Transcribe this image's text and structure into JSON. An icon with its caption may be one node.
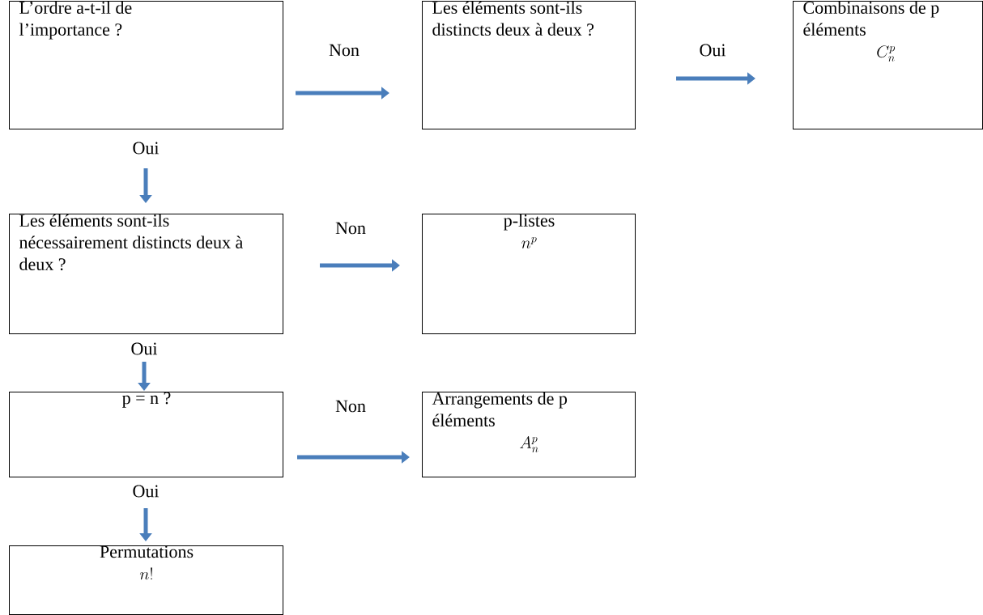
{
  "diagram": {
    "nodes": [
      {
        "text": [
          "L’ordre a-t-il de l’importance ?"
        ]
      },
      {
        "text": [
          "Les éléments sont-ils distincts deux à deux ?"
        ]
      },
      {
        "text": [
          "Combinaisons de p éléments",
          "C_n^p"
        ]
      },
      {
        "text": [
          "Les éléments sont-ils nécessairement distincts deux à deux ?"
        ]
      },
      {
        "text": [
          "p-listes",
          "n^p"
        ]
      },
      {
        "text": [
          "p = n ?"
        ]
      },
      {
        "text": [
          "Arrangements de p éléments",
          "A_n^p"
        ]
      },
      {
        "text": [
          "Permutations",
          "n!"
        ]
      }
    ],
    "edges": [
      {
        "from": 0,
        "to": 1,
        "arrow": "to",
        "label": "Non"
      },
      {
        "from": 1,
        "to": 2,
        "arrow": "to",
        "label": "Oui"
      },
      {
        "from": 0,
        "to": 3,
        "arrow": "to",
        "label": "Oui"
      },
      {
        "from": 3,
        "to": 4,
        "arrow": "to",
        "label": "Non"
      },
      {
        "from": 3,
        "to": 5,
        "arrow": "to",
        "label": "Oui"
      },
      {
        "from": 5,
        "to": 6,
        "arrow": "to",
        "label": "Non"
      },
      {
        "from": 5,
        "to": 7,
        "arrow": "to",
        "label": "Oui"
      }
    ]
  }
}
